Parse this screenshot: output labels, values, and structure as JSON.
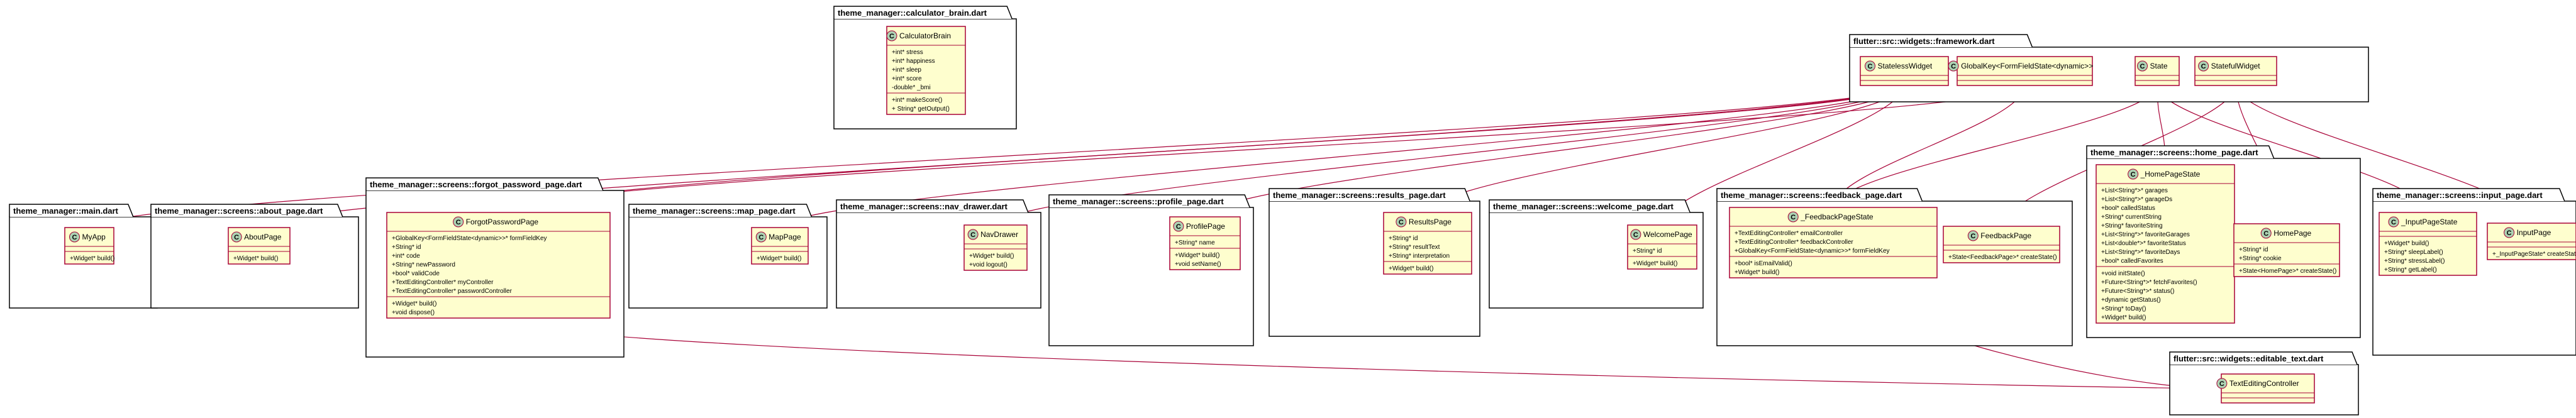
{
  "packages": [
    {
      "id": "calc",
      "title": "theme_manager::calculator_brain.dart"
    },
    {
      "id": "framework",
      "title": "flutter::src::widgets::framework.dart"
    },
    {
      "id": "main",
      "title": "theme_manager::main.dart"
    },
    {
      "id": "about",
      "title": "theme_manager::screens::about_page.dart"
    },
    {
      "id": "forgot",
      "title": "theme_manager::screens::forgot_password_page.dart"
    },
    {
      "id": "map",
      "title": "theme_manager::screens::map_page.dart"
    },
    {
      "id": "nav",
      "title": "theme_manager::screens::nav_drawer.dart"
    },
    {
      "id": "profile",
      "title": "theme_manager::screens::profile_page.dart"
    },
    {
      "id": "results",
      "title": "theme_manager::screens::results_page.dart"
    },
    {
      "id": "welcome",
      "title": "theme_manager::screens::welcome_page.dart"
    },
    {
      "id": "feedback",
      "title": "theme_manager::screens::feedback_page.dart"
    },
    {
      "id": "home",
      "title": "theme_manager::screens::home_page.dart"
    },
    {
      "id": "input",
      "title": "theme_manager::screens::input_page.dart"
    },
    {
      "id": "editable",
      "title": "flutter::src::widgets::editable_text.dart"
    }
  ],
  "classes": [
    {
      "id": "CalculatorBrain",
      "name": "CalculatorBrain",
      "fields": [
        "+int* stress",
        "+int* happiness",
        "+int* sleep",
        "+int* score",
        "-double* _bmi"
      ],
      "methods": [
        "+int* makeScore()",
        "+ String* getOutput()"
      ]
    },
    {
      "id": "StatelessWidget",
      "name": "StatelessWidget",
      "fields": [],
      "methods": []
    },
    {
      "id": "GlobalKey",
      "name": "GlobalKey<FormFieldState<dynamic>>",
      "fields": [],
      "methods": []
    },
    {
      "id": "State",
      "name": "State",
      "fields": [],
      "methods": []
    },
    {
      "id": "StatefulWidget",
      "name": "StatefulWidget",
      "fields": [],
      "methods": []
    },
    {
      "id": "MyApp",
      "name": "MyApp",
      "fields": [],
      "methods": [
        "+Widget* build()"
      ]
    },
    {
      "id": "AboutPage",
      "name": "AboutPage",
      "fields": [],
      "methods": [
        "+Widget* build()"
      ]
    },
    {
      "id": "ForgotPasswordPage",
      "name": "ForgotPasswordPage",
      "fields": [
        "+GlobalKey<FormFieldState<dynamic>>* formFieldKey",
        "+String* id",
        "+int* code",
        "+String* newPassword",
        "+bool* validCode",
        "+TextEditingController* myController",
        "+TextEditingController* passwordController"
      ],
      "methods": [
        "+Widget* build()",
        "+void dispose()"
      ]
    },
    {
      "id": "MapPage",
      "name": "MapPage",
      "fields": [],
      "methods": [
        "+Widget* build()"
      ]
    },
    {
      "id": "NavDrawer",
      "name": "NavDrawer",
      "fields": [],
      "methods": [
        "+Widget* build()",
        "+void logout()"
      ]
    },
    {
      "id": "ProfilePage",
      "name": "ProfilePage",
      "fields": [
        "+String* name"
      ],
      "methods": [
        "+Widget* build()",
        "+void setName()"
      ]
    },
    {
      "id": "ResultsPage",
      "name": "ResultsPage",
      "fields": [
        "+String* id",
        "+String* resultText",
        "+String* interpretation"
      ],
      "methods": [
        "+Widget* build()"
      ]
    },
    {
      "id": "WelcomePage",
      "name": "WelcomePage",
      "fields": [
        "+String* id"
      ],
      "methods": [
        "+Widget* build()"
      ]
    },
    {
      "id": "FeedbackPageState",
      "name": "_FeedbackPageState",
      "fields": [
        "+TextEditingController* emailController",
        "+TextEditingController* feedbackController",
        "+GlobalKey<FormFieldState<dynamic>>* formFieldKey"
      ],
      "methods": [
        "+bool* isEmailValid()",
        "+Widget* build()"
      ]
    },
    {
      "id": "FeedbackPage",
      "name": "FeedbackPage",
      "fields": [],
      "methods": [
        "+State<FeedbackPage>* createState()"
      ]
    },
    {
      "id": "HomePageState",
      "name": "_HomePageState",
      "fields": [
        "+List<String*>* garages",
        "+List<String*>* garageDs",
        "+bool* calledStatus",
        "+String* currentString",
        "+String* favoriteString",
        "+List<String*>* favoriteGarages",
        "+List<double*>* favoriteStatus",
        "+List<String*>* favoriteDays",
        "+bool* calledFavorites"
      ],
      "methods": [
        "+void initState()",
        "+Future<String*>* fetchFavorites()",
        "+Future<String*>* status()",
        "+dynamic getStatus()",
        "+String* toDay()",
        "+Widget* build()"
      ]
    },
    {
      "id": "HomePage",
      "name": "HomePage",
      "fields": [
        "+String* id",
        "+String* cookie"
      ],
      "methods": [
        "+State<HomePage>* createState()"
      ]
    },
    {
      "id": "InputPageState",
      "name": "_InputPageState",
      "fields": [],
      "methods": [
        "+Widget* build()",
        "+String* sleepLabel()",
        "+String* stressLabel()",
        "+String* getLabel()"
      ]
    },
    {
      "id": "InputPage",
      "name": "InputPage",
      "fields": [],
      "methods": [
        "+_InputPageState* createState()"
      ]
    },
    {
      "id": "TextEditingController",
      "name": "TextEditingController",
      "fields": [],
      "methods": []
    }
  ],
  "relations": [
    {
      "from": "MyApp",
      "to": "StatelessWidget",
      "kind": "extends"
    },
    {
      "from": "AboutPage",
      "to": "StatelessWidget",
      "kind": "extends"
    },
    {
      "from": "ForgotPasswordPage",
      "to": "StatelessWidget",
      "kind": "extends"
    },
    {
      "from": "ForgotPasswordPage",
      "to": "GlobalKey",
      "kind": "has"
    },
    {
      "from": "ForgotPasswordPage",
      "to": "TextEditingController",
      "kind": "has"
    },
    {
      "from": "MapPage",
      "to": "StatelessWidget",
      "kind": "extends"
    },
    {
      "from": "NavDrawer",
      "to": "StatelessWidget",
      "kind": "extends"
    },
    {
      "from": "ProfilePage",
      "to": "StatelessWidget",
      "kind": "extends"
    },
    {
      "from": "ResultsPage",
      "to": "StatelessWidget",
      "kind": "extends"
    },
    {
      "from": "WelcomePage",
      "to": "StatelessWidget",
      "kind": "extends"
    },
    {
      "from": "FeedbackPageState",
      "to": "State",
      "kind": "extends"
    },
    {
      "from": "FeedbackPageState",
      "to": "GlobalKey",
      "kind": "has"
    },
    {
      "from": "FeedbackPageState",
      "to": "TextEditingController",
      "kind": "has"
    },
    {
      "from": "FeedbackPage",
      "to": "StatefulWidget",
      "kind": "extends"
    },
    {
      "from": "HomePageState",
      "to": "State",
      "kind": "extends"
    },
    {
      "from": "HomePage",
      "to": "StatefulWidget",
      "kind": "extends"
    },
    {
      "from": "InputPageState",
      "to": "State",
      "kind": "extends"
    },
    {
      "from": "InputPage",
      "to": "StatefulWidget",
      "kind": "extends"
    }
  ]
}
